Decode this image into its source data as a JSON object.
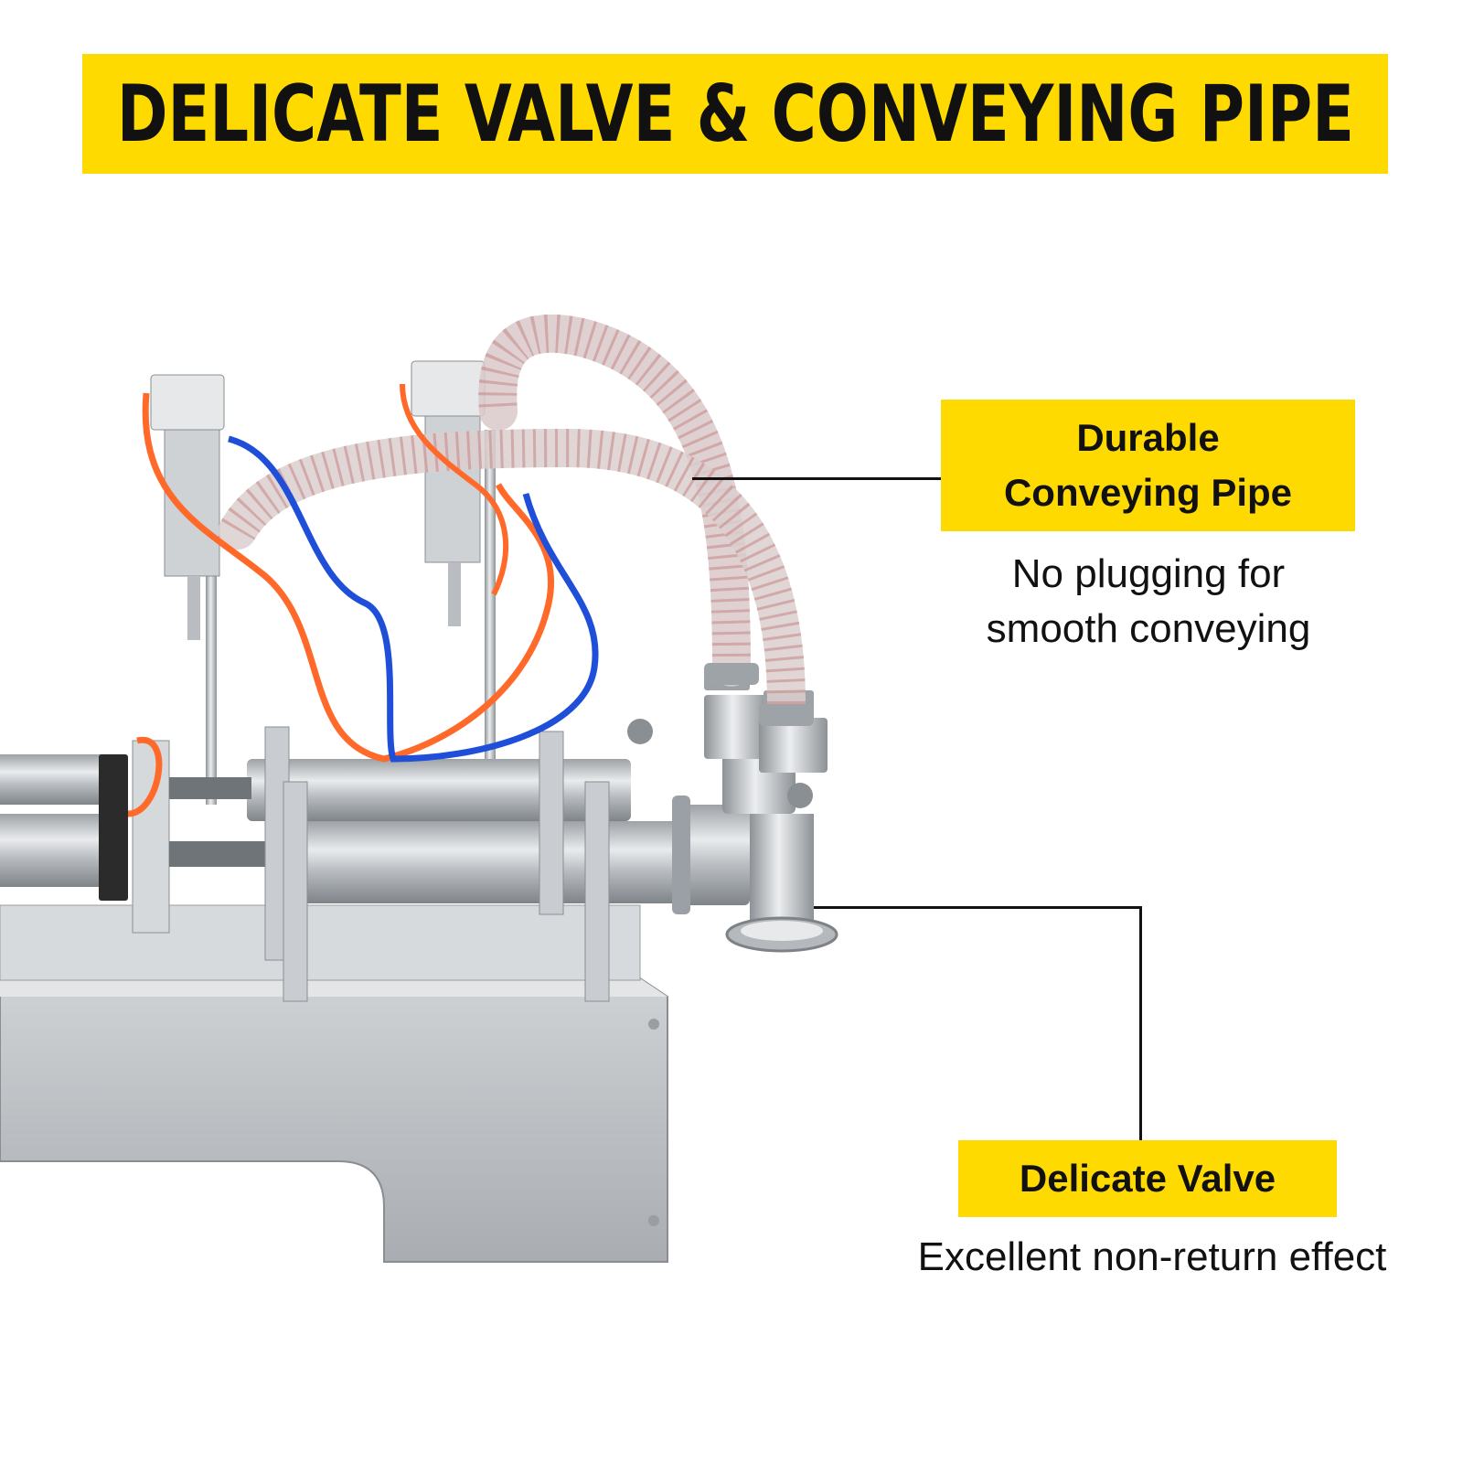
{
  "banner": {
    "title": "DELICATE VALVE & CONVEYING PIPE"
  },
  "callouts": [
    {
      "title_line1": "Durable",
      "title_line2": "Conveying Pipe",
      "subtitle_line1": "No plugging for",
      "subtitle_line2": "smooth conveying"
    },
    {
      "title_line1": "Delicate Valve",
      "subtitle_line1": "Excellent non-return effect"
    }
  ],
  "colors": {
    "accent": "#FFDA00",
    "text": "#111111",
    "hose_orange": "#FF6A2B",
    "hose_blue": "#1F4FD8",
    "steel": "#BFC3C7"
  }
}
